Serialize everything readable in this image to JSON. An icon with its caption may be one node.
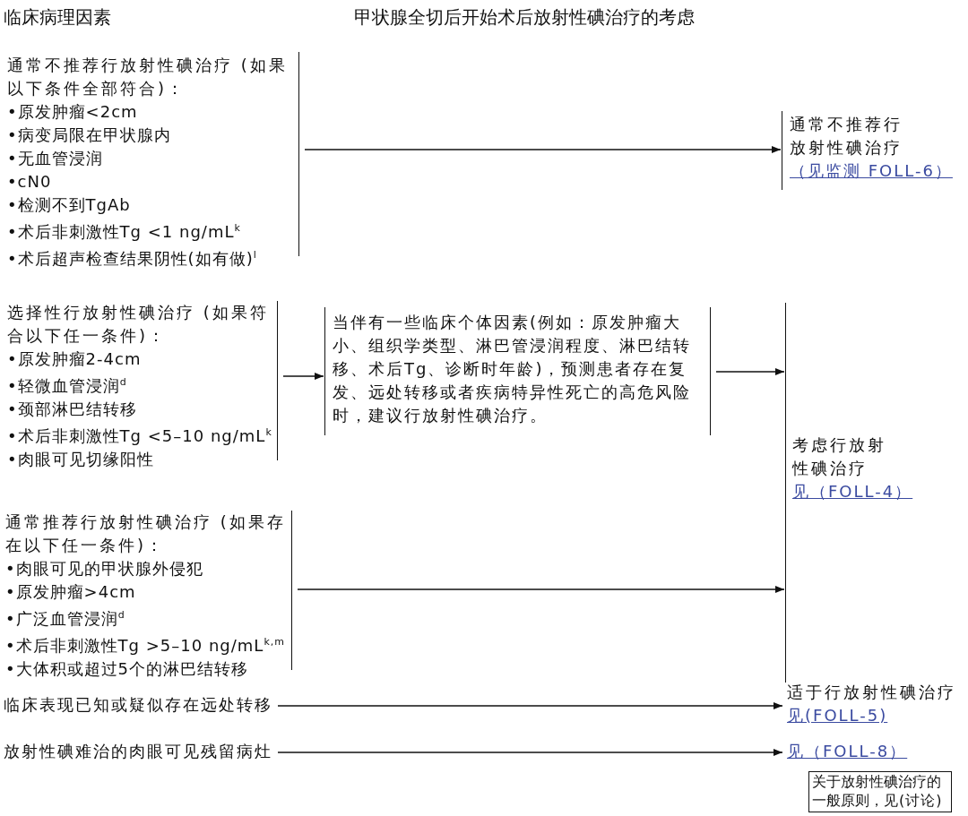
{
  "diagram": {
    "title": "甲状腺全切后开始术后放射性碘治疗的考虑",
    "nodes": [
      {
        "text": [
          "通常不推荐行放射性碘治疗 (如果以下条件全部符合)：",
          "•原发肿瘤<2cm",
          "•病变局限在甲状腺内",
          "•无血管浸润",
          "•cN0",
          "•检测不到TgAb",
          "•术后非刺激性Tg <1 ng/mL$^{k}$",
          "•术后超声检查结果阴性(如有做)$^{l}$"
        ]
      },
      {
        "text": [
          "通常不推荐行放射性碘治疗",
          "（见监测 FOLL-6）"
        ]
      },
      {
        "text": [
          "选择性行放射性碘治疗 (如果符合以下任一条件)：",
          "•原发肿瘤2-4cm",
          "•轻微血管浸润$^{d}$",
          "•颈部淋巴结转移",
          "•术后非刺激性Tg <5–10 ng/mL$^{k}$",
          "•肉眼可见切缘阳性"
        ]
      },
      {
        "text": [
          "当伴有一些临床个体因素(例如：原发肿瘤大小、组织学类型、淋巴管浸润程度、淋巴结转移、术后Tg、诊断时年龄)，预测患者存在复发、远处转移或者疾病特异性死亡的高危风险时，建议行放射性碘治疗。"
        ]
      },
      {
        "text": [
          "考虑行放射性碘治疗",
          "见（FOLL-4）"
        ]
      },
      {
        "text": [
          "通常推荐行放射性碘治疗 (如果存在以下任一条件)：",
          "•肉眼可见的甲状腺外侵犯",
          "•原发肿瘤>4cm",
          "•广泛血管浸润$^{d}$",
          "•术后非刺激性Tg >5–10 ng/mL$^{k,m}$",
          "•大体积或超过5个的淋巴结转移"
        ]
      },
      {
        "text": [
          "临床表现已知或疑似存在远处转移"
        ]
      },
      {
        "text": [
          "适于行放射性碘治疗",
          "见(FOLL-5)"
        ]
      },
      {
        "text": [
          "放射性碘难治的肉眼可见残留病灶"
        ]
      },
      {
        "text": [
          "见（FOLL-8）"
        ]
      },
      {
        "text": [
          "关于放射性碘治疗的一般原则，",
          "见(讨论)"
        ]
      }
    ],
    "edges": [
      {
        "from": 0,
        "to": 1,
        "arrow": "to"
      },
      {
        "from": 2,
        "to": 3,
        "arrow": "to"
      },
      {
        "from": 3,
        "to": 4,
        "arrow": "to"
      },
      {
        "from": 5,
        "to": 4,
        "arrow": "to"
      },
      {
        "from": 6,
        "to": 7,
        "arrow": "to"
      },
      {
        "from": 8,
        "to": 9,
        "arrow": "to"
      }
    ],
    "labels": [
      "临床病理因素"
    ]
  }
}
